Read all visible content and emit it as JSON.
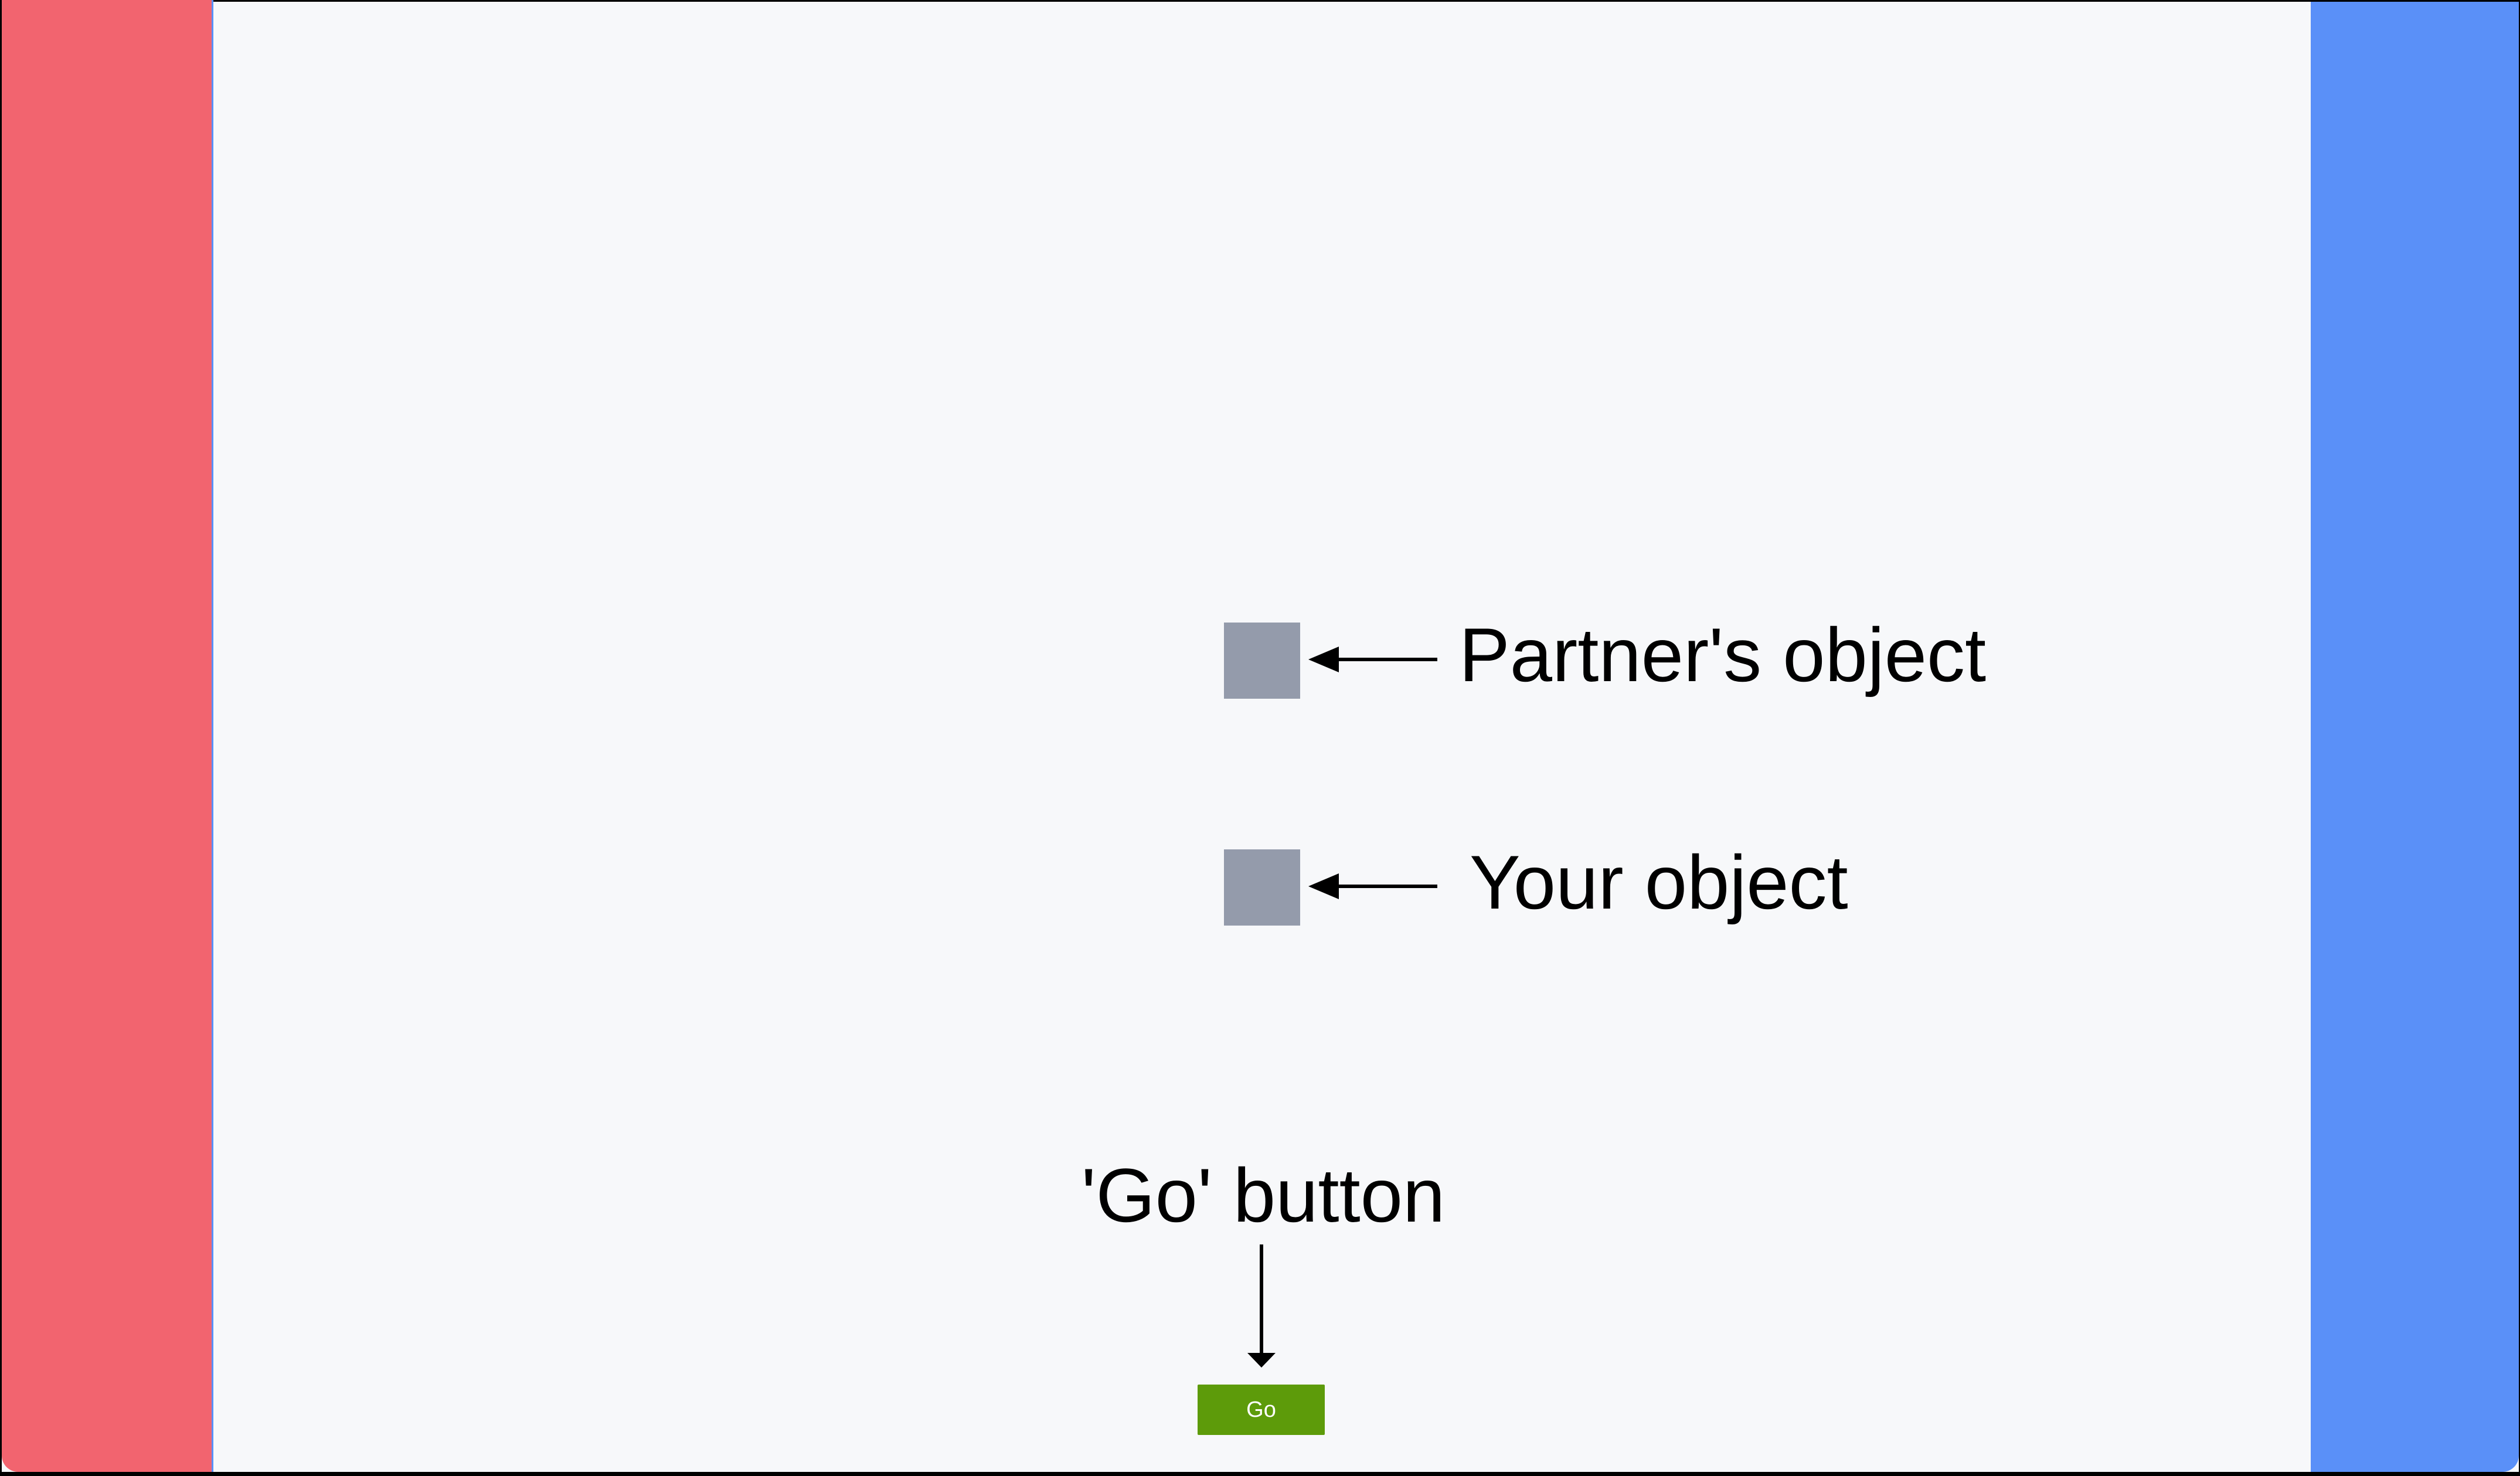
{
  "annotations": {
    "partner_object_label": "Partner's object",
    "your_object_label": "Your object",
    "go_button_label": "'Go' button"
  },
  "go_button": {
    "label": "Go"
  },
  "icons": {
    "partner_arrow": "left-arrow-icon",
    "your_arrow": "left-arrow-icon",
    "go_arrow": "down-arrow-icon"
  },
  "colors": {
    "left_wall": "#f2646f",
    "left_wall_edge_line": "#5a90f8",
    "right_wall": "#5a90f8",
    "object_square": "#949bab",
    "surface": "#f7f8fa",
    "frame": "#000000",
    "annotation_text": "#000000",
    "go_button_bg": "#5d9b0a",
    "go_button_text": "#ffffff"
  }
}
